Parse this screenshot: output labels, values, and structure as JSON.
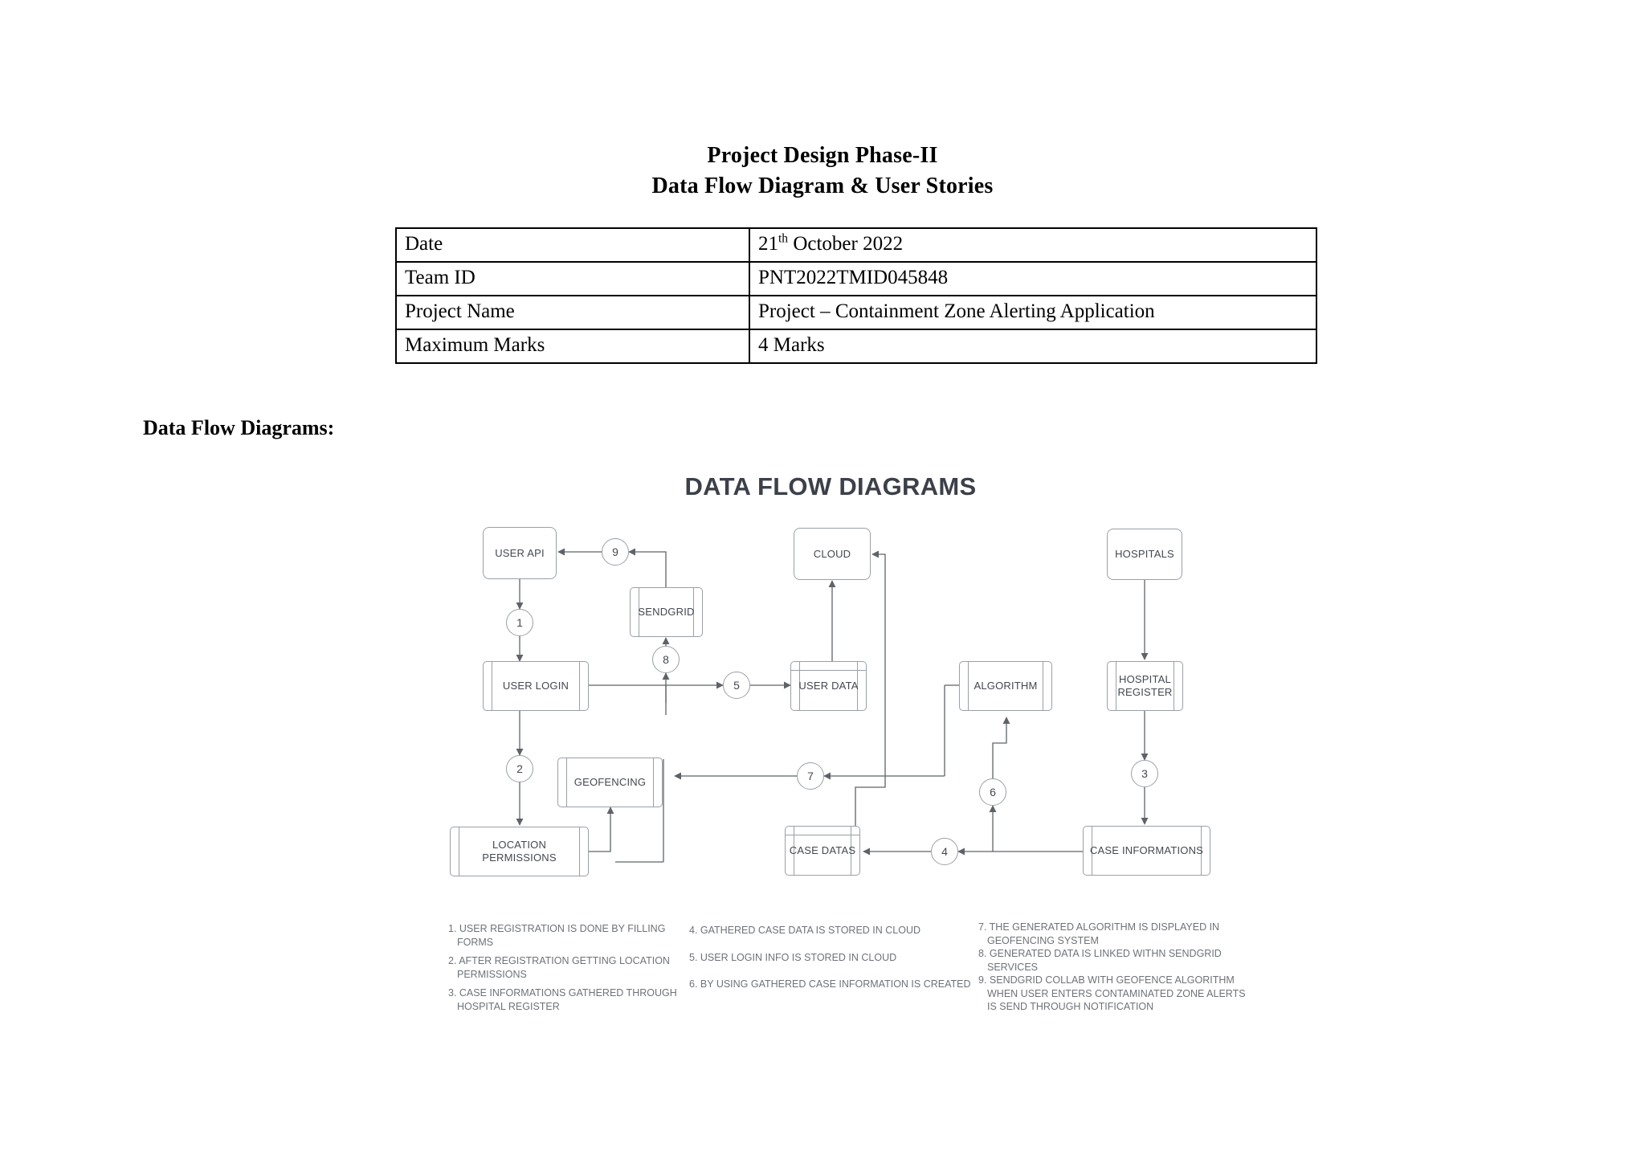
{
  "document": {
    "title_line1": "Project Design Phase-II",
    "title_line2": "Data Flow Diagram & User Stories",
    "section_label": "Data Flow Diagrams:"
  },
  "info_table": {
    "rows": [
      {
        "label": "Date",
        "value_prefix": "21",
        "value_sup": "th",
        "value_suffix": " October 2022"
      },
      {
        "label": "Team ID",
        "value": "PNT2022TMID045848"
      },
      {
        "label": "Project Name",
        "value": "Project – Containment Zone Alerting Application"
      },
      {
        "label": "Maximum Marks",
        "value": "4 Marks"
      }
    ]
  },
  "diagram": {
    "title": "DATA FLOW DIAGRAMS",
    "title_color": "#3c4049",
    "node_stroke": "#9aa0a6",
    "node_text_color": "#44484f",
    "connector_color": "#5f6368",
    "nodes": [
      {
        "id": "user-api",
        "label": "USER API",
        "shape": "rounded"
      },
      {
        "id": "sendgrid",
        "label": "SENDGRID",
        "shape": "store"
      },
      {
        "id": "cloud",
        "label": "CLOUD",
        "shape": "rounded"
      },
      {
        "id": "hospitals",
        "label": "HOSPITALS",
        "shape": "rounded"
      },
      {
        "id": "user-login",
        "label": "USER LOGIN",
        "shape": "store"
      },
      {
        "id": "user-data",
        "label": "USER DATA",
        "shape": "store-toprail"
      },
      {
        "id": "algorithm",
        "label": "ALGORITHM",
        "shape": "store"
      },
      {
        "id": "hospital-register",
        "label": "HOSPITAL REGISTER",
        "shape": "store"
      },
      {
        "id": "geofencing",
        "label": "GEOFENCING",
        "shape": "store"
      },
      {
        "id": "location-permissions",
        "label": "LOCATION PERMISSIONS",
        "shape": "store"
      },
      {
        "id": "case-datas",
        "label": "CASE DATAS",
        "shape": "store-toprail"
      },
      {
        "id": "case-informations",
        "label": "CASE INFORMATIONS",
        "shape": "store"
      }
    ],
    "flow_markers": [
      {
        "id": "flow-1",
        "number": "1"
      },
      {
        "id": "flow-2",
        "number": "2"
      },
      {
        "id": "flow-3",
        "number": "3"
      },
      {
        "id": "flow-4",
        "number": "4"
      },
      {
        "id": "flow-5",
        "number": "5"
      },
      {
        "id": "flow-6",
        "number": "6"
      },
      {
        "id": "flow-7",
        "number": "7"
      },
      {
        "id": "flow-8",
        "number": "8"
      },
      {
        "id": "flow-9",
        "number": "9"
      }
    ],
    "legend": {
      "column_1": [
        "1. USER REGISTRATION IS DONE BY FILLING FORMS",
        "2.  AFTER REGISTRATION GETTING LOCATION PERMISSIONS",
        "3. CASE INFORMATIONS GATHERED THROUGH HOSPITAL REGISTER"
      ],
      "column_2": [
        "4. GATHERED CASE DATA IS STORED IN CLOUD",
        "5. USER LOGIN INFO IS STORED IN CLOUD",
        "6. BY USING GATHERED CASE INFORMATION IS CREATED"
      ],
      "column_3": [
        "7. THE GENERATED ALGORITHM IS DISPLAYED IN GEOFENCING SYSTEM",
        "8. GENERATED DATA IS LINKED WITHN SENDGRID SERVICES",
        "9. SENDGRID COLLAB WITH GEOFENCE ALGORITHM WHEN USER ENTERS CONTAMINATED ZONE ALERTS IS SEND THROUGH NOTIFICATION"
      ]
    }
  }
}
